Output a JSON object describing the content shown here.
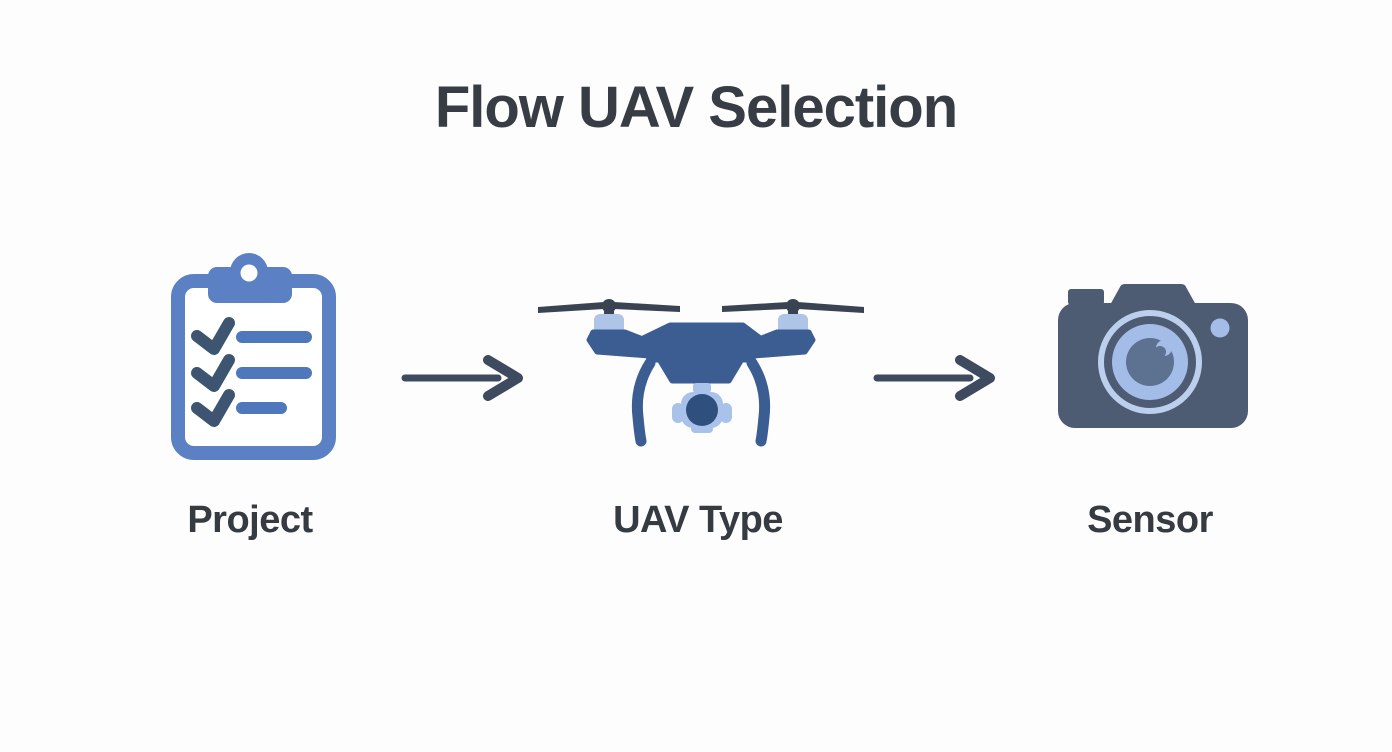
{
  "title": "Flow UAV Selection",
  "steps": [
    {
      "label": "Project",
      "icon": "clipboard-checklist-icon"
    },
    {
      "label": "UAV Type",
      "icon": "drone-icon"
    },
    {
      "label": "Sensor",
      "icon": "camera-icon"
    }
  ],
  "connectors": [
    {
      "from": "Project",
      "to": "UAV Type",
      "icon": "arrow-right-icon"
    },
    {
      "from": "UAV Type",
      "to": "Sensor",
      "icon": "arrow-right-icon"
    }
  ],
  "colors": {
    "background": "#fdfdfd",
    "title_text": "#383d45",
    "label_text": "#363b42",
    "arrow": "#3e4a5e",
    "clipboard_blue": "#5b81c4",
    "clipboard_line": "#4f77bb",
    "check_navy": "#3e5571",
    "drone_body": "#3b5d92",
    "propeller_dark": "#3a4351",
    "pod_light_blue": "#aec5e8",
    "gimbal_light_blue": "#a9c2ea",
    "gimbal_lens": "#2f4f7e",
    "camera_body": "#4e5c73",
    "lens_ring": "#bcd0ee",
    "lens_disc": "#a4bce8",
    "lens_eye": "#5d7190",
    "white": "#ffffff"
  }
}
